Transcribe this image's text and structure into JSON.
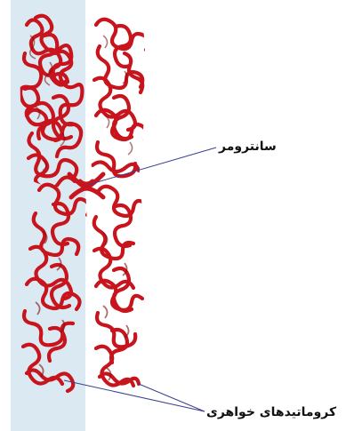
{
  "labels": {
    "centromere": "سانترومر",
    "sister_chromatids": "کروماتیدهای خواهری"
  },
  "colors": {
    "chromatin": "#c8141c",
    "chromatin_dark": "#7e0b10",
    "chromatin_highlight": "#e8484f",
    "backdrop": "#dbeaf2",
    "leader_line": "#3b3f8f"
  },
  "icons": {
    "figure": "chromosome-illustration"
  }
}
